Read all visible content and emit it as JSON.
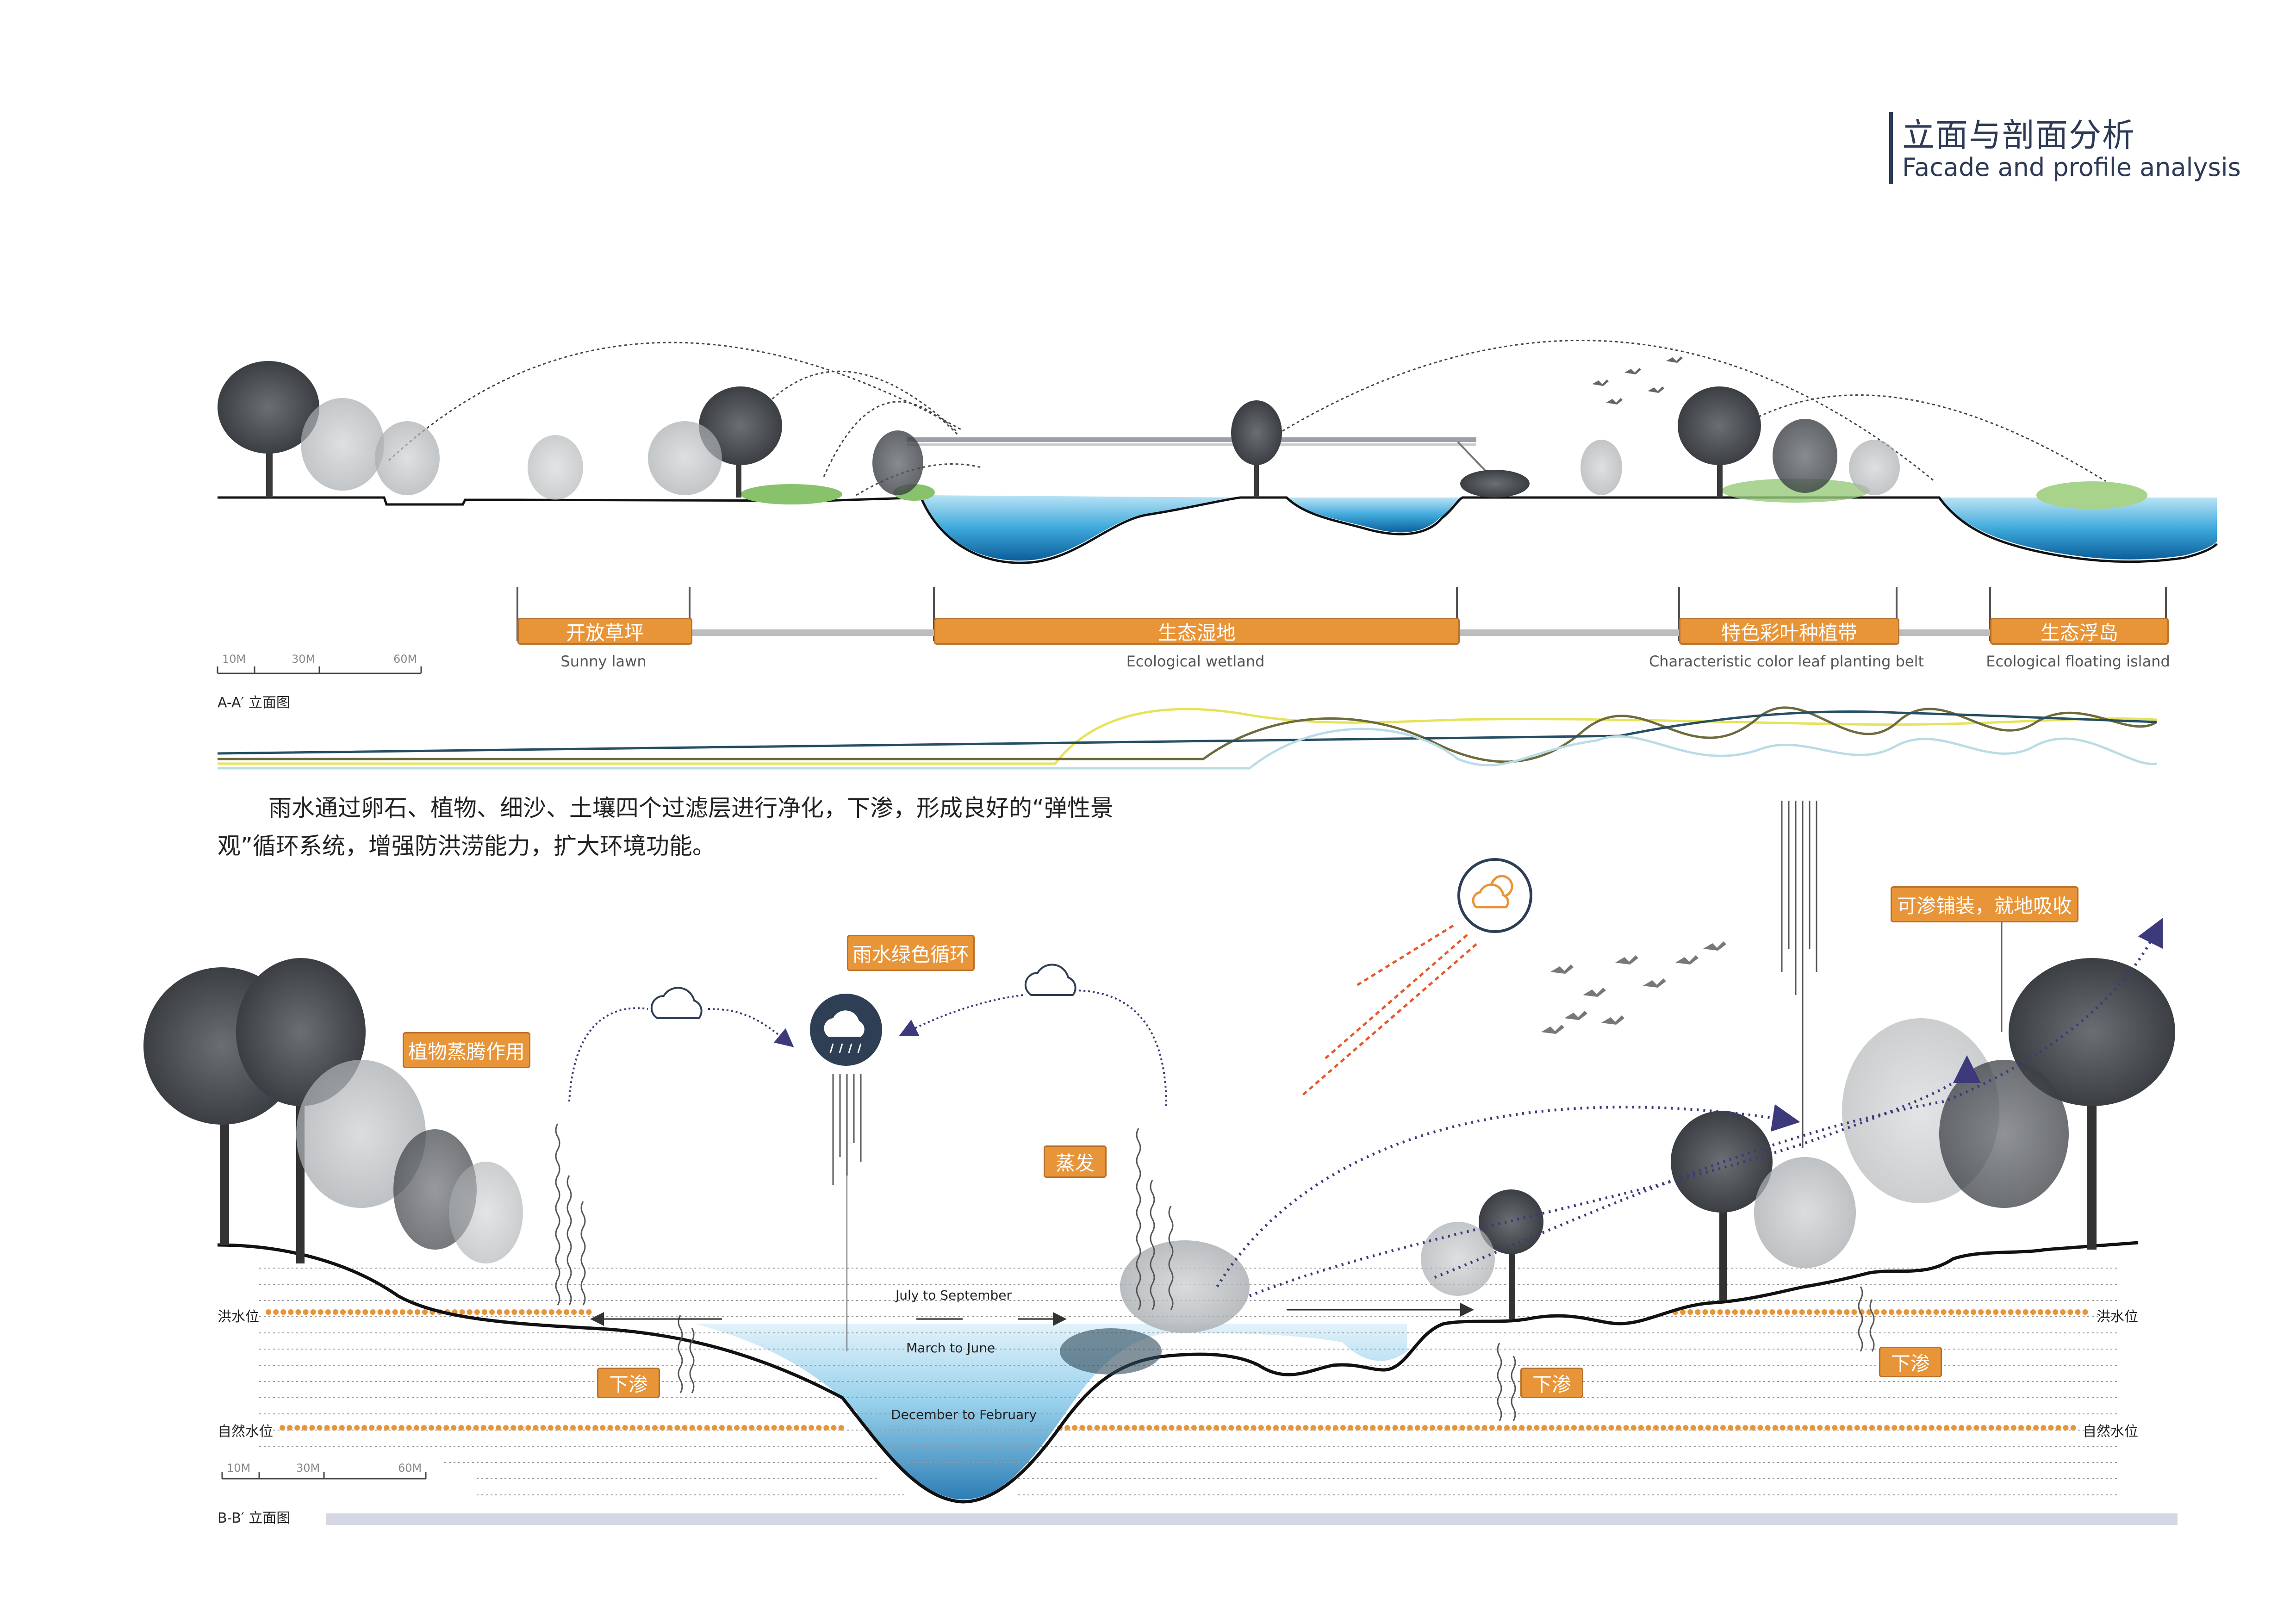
{
  "header": {
    "title_cn": "立面与剖面分析",
    "title_en": "Facade and profile analysis"
  },
  "section_a": {
    "label": "A-A′ 立面图",
    "scale": [
      "10M",
      "30M",
      "60M"
    ],
    "zones": [
      {
        "cn": "开放草坪",
        "en": "Sunny lawn"
      },
      {
        "cn": "生态湿地",
        "en": "Ecological wetland"
      },
      {
        "cn": "特色彩叶种植带",
        "en": "Characteristic color leaf planting belt"
      },
      {
        "cn": "生态浮岛",
        "en": "Ecological floating island"
      }
    ]
  },
  "paragraph": "雨水通过卵石、植物、细沙、土壤四个过滤层进行净化，下渗，形成良好的“弹性景观”循环系统，增强防洪涝能力，扩大环境功能。",
  "section_b": {
    "label": "B-B′ 立面图",
    "scale": [
      "10M",
      "30M",
      "60M"
    ],
    "tags": {
      "cycle": "雨水绿色循环",
      "transpiration": "植物蒸腾作用",
      "evaporation": "蒸发",
      "permeable": "可渗铺装，就地吸收",
      "infiltration": "下渗"
    },
    "water_levels": {
      "flood": "洪水位",
      "natural": "自然水位"
    },
    "seasons": [
      "July to September",
      "March to June",
      "December to February"
    ]
  },
  "colors": {
    "accent": "#e8953a",
    "title": "#2d3a55",
    "water": "#3aa6d8",
    "dots": "#e8953a",
    "arrow": "#3c3a7a"
  }
}
